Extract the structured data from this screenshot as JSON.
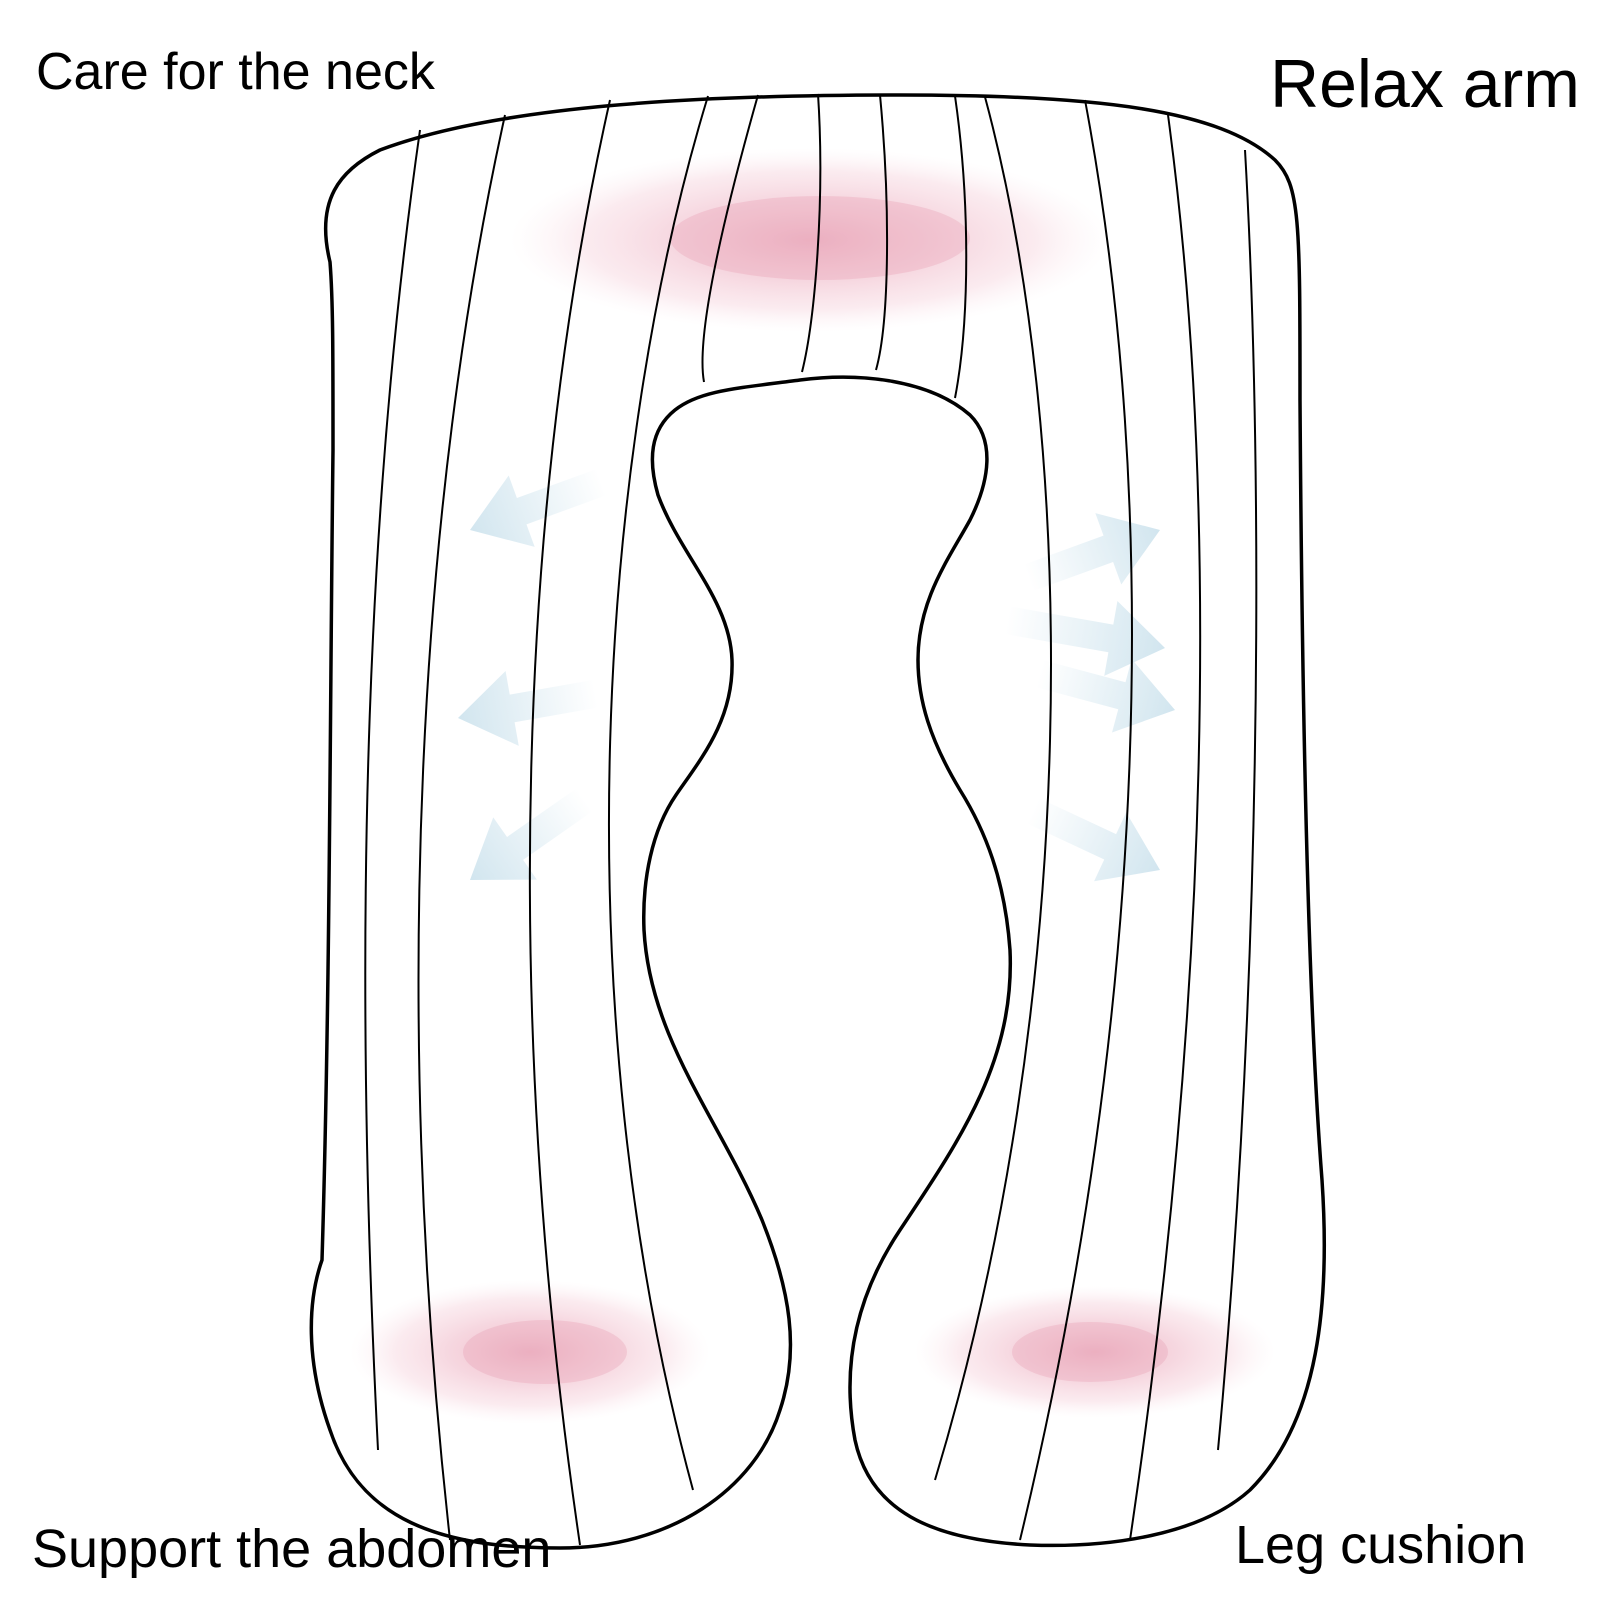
{
  "labels": {
    "neck": "Care for the neck",
    "arm": "Relax arm",
    "abdomen": "Support the abdomen",
    "leg": "Leg cushion"
  },
  "colors": {
    "outline": "#000000",
    "heat_spot": "#e8a0b4",
    "airflow_arrow": "#cfe4ee"
  }
}
